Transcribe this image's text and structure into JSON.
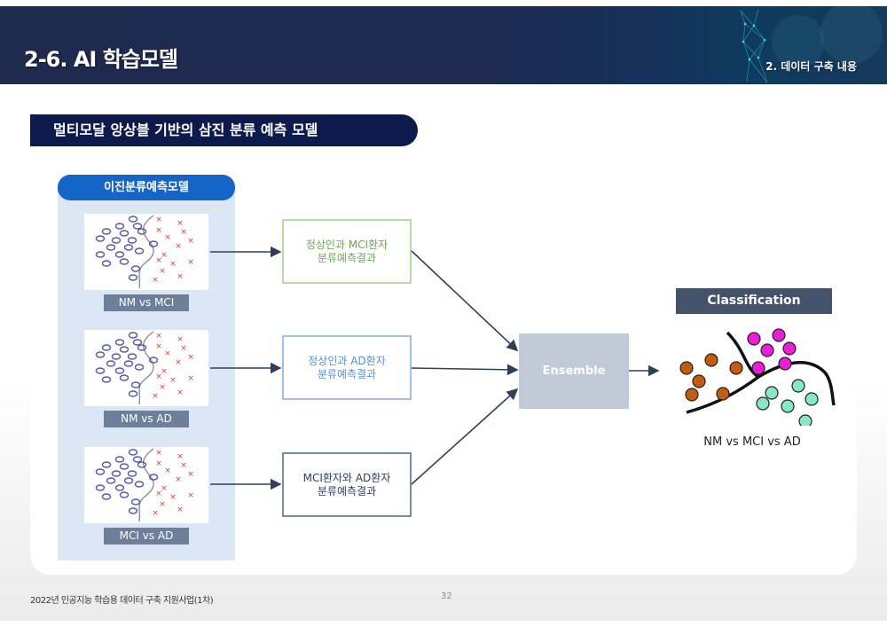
{
  "header": {
    "title": "2-6. AI 학습모델",
    "section": "2. 데이터 구축 내용"
  },
  "main_title": "멀티모달 앙상블 기반의 삼진 분류 예측 모델",
  "binary_models": {
    "title": "이진분류예측모델",
    "pairs": [
      {
        "label": "NM vs MCI"
      },
      {
        "label": "NM vs AD"
      },
      {
        "label": "MCI vs AD"
      }
    ]
  },
  "results": [
    {
      "line1": "정상인과 MCI환자",
      "line2": "분류예측결과",
      "color": "#6aa84f",
      "border": "#b7dba5"
    },
    {
      "line1": "정상인과 AD환자",
      "line2": "분류예측결과",
      "color": "#5b8fd0",
      "border": "#9fc1e8"
    },
    {
      "line1": "MCI환자와 AD환자",
      "line2": "분류예측결과",
      "color": "#2f3e5c",
      "border": "#7d8ba3"
    }
  ],
  "ensemble": {
    "label": "Ensemble"
  },
  "classification": {
    "title": "Classification",
    "caption": "NM vs MCI vs AD",
    "class_colors": {
      "nm": "#c55a11",
      "mci": "#e81ed8",
      "ad": "#88e8c4"
    }
  },
  "footer": {
    "text": "2022년 인공지능 학습용 데이터 구축 지원사업(1차)",
    "page": "32"
  }
}
